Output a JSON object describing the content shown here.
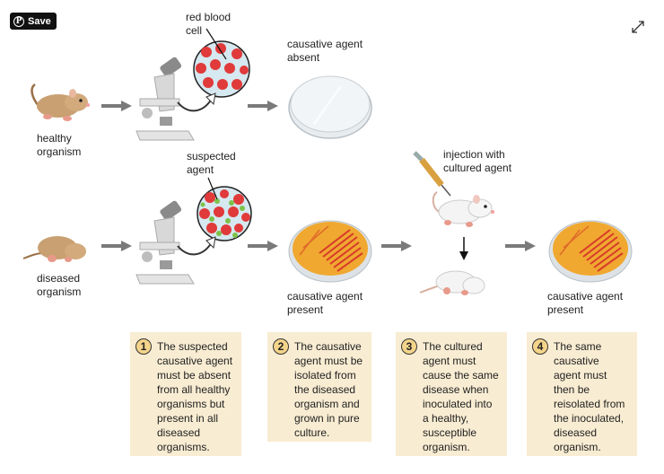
{
  "toolbar": {
    "save_label": "Save",
    "save_icon": "pinterest-icon",
    "expand_icon": "expand-icon"
  },
  "labels": {
    "red_blood_cell": [
      "red blood",
      "cell"
    ],
    "causative_absent": [
      "causative agent",
      "absent"
    ],
    "healthy_organism": [
      "healthy",
      "organism"
    ],
    "suspected_agent": [
      "suspected",
      "agent"
    ],
    "injection": [
      "injection with",
      "cultured agent"
    ],
    "diseased_organism": [
      "diseased",
      "organism"
    ],
    "causative_present_1": [
      "causative agent",
      "present"
    ],
    "causative_present_2": [
      "causative agent",
      "present"
    ]
  },
  "steps": [
    {
      "number": "1",
      "lines": [
        "The suspected",
        "causative agent",
        "must be absent",
        "from all healthy",
        "organisms but",
        "present in all",
        "diseased",
        "organisms."
      ]
    },
    {
      "number": "2",
      "lines": [
        "The causative",
        "agent must be",
        "isolated from",
        "the diseased",
        "organism and",
        "grown in pure",
        "culture."
      ]
    },
    {
      "number": "3",
      "lines": [
        "The cultured",
        "agent must",
        "cause the same",
        "disease when",
        "inoculated into",
        "a healthy,",
        "susceptible",
        "organism."
      ]
    },
    {
      "number": "4",
      "lines": [
        "The same",
        "causative",
        "agent must",
        "then be",
        "reisolated from",
        "the inoculated,",
        "diseased",
        "organism."
      ]
    }
  ],
  "colors": {
    "card_bg": "#f8ecd2",
    "badge_bg": "#f3d48a",
    "arrow": "#7a7a7a",
    "blood_cell": "#e03a3a",
    "agent": "#7cc24a",
    "culture": "#f0a830",
    "mouse_brown": "#c9a071",
    "mouse_white": "#f4f4f4"
  }
}
